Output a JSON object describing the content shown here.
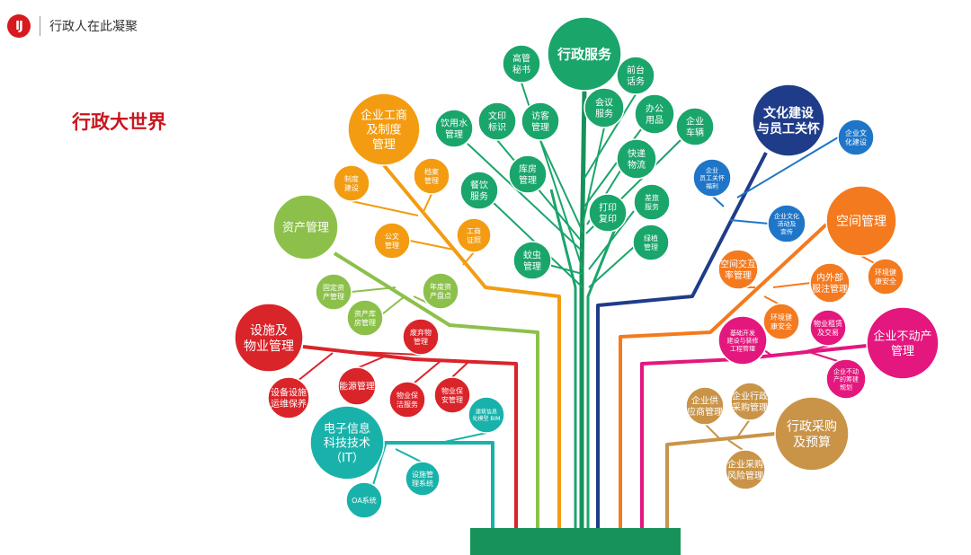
{
  "header": {
    "logo_text": "IJ",
    "slogan": "行政人在此凝聚"
  },
  "title": "行政大世界",
  "colors": {
    "green": "#1aa56b",
    "orange": "#f39c12",
    "olive": "#8cc04b",
    "red": "#d9242a",
    "teal": "#19b2aa",
    "navy": "#1f3c88",
    "blue": "#1f76c8",
    "orange2": "#f47a1f",
    "magenta": "#e4177e",
    "gold": "#c99448",
    "trunk": "#16925a"
  },
  "groups": [
    {
      "id": "admin-service",
      "label": "行政服务",
      "color": "green"
    },
    {
      "id": "enterprise",
      "label": "企业工商\n及制度\n管理",
      "color": "orange"
    },
    {
      "id": "assets",
      "label": "资产管理",
      "color": "olive"
    },
    {
      "id": "facilities",
      "label": "设施及\n物业管理",
      "color": "red"
    },
    {
      "id": "it",
      "label": "电子信息\n科技技术\n（IT）",
      "color": "teal"
    },
    {
      "id": "culture",
      "label": "文化建设\n与员工关怀",
      "color": "navy"
    },
    {
      "id": "space",
      "label": "空间管理",
      "color": "orange2"
    },
    {
      "id": "realestate",
      "label": "企业不动产\n管理",
      "color": "magenta"
    },
    {
      "id": "procurement",
      "label": "行政采购\n及预算",
      "color": "gold"
    }
  ],
  "items": [
    {
      "label": "高管\n秘书",
      "color": "green"
    },
    {
      "label": "前台\n话务",
      "color": "green"
    },
    {
      "label": "会议\n服务",
      "color": "green"
    },
    {
      "label": "办公\n用品",
      "color": "green"
    },
    {
      "label": "文印\n标识",
      "color": "green"
    },
    {
      "label": "访客\n管理",
      "color": "green"
    },
    {
      "label": "饮用水\n管理",
      "color": "green"
    },
    {
      "label": "企业\n车辆",
      "color": "green"
    },
    {
      "label": "快递\n物流",
      "color": "green"
    },
    {
      "label": "餐饮\n服务",
      "color": "green"
    },
    {
      "label": "库房\n管理",
      "color": "green"
    },
    {
      "label": "差旅\n服务",
      "color": "green"
    },
    {
      "label": "打印\n复印",
      "color": "green"
    },
    {
      "label": "绿植\n管理",
      "color": "green"
    },
    {
      "label": "蚊虫\n管理",
      "color": "green"
    },
    {
      "label": "制度\n建设",
      "color": "orange"
    },
    {
      "label": "档案\n管理",
      "color": "orange"
    },
    {
      "label": "公文\n管理",
      "color": "orange"
    },
    {
      "label": "工商\n证照",
      "color": "orange"
    },
    {
      "label": "固定资\n产管理",
      "color": "olive"
    },
    {
      "label": "资产库\n房管理",
      "color": "olive"
    },
    {
      "label": "年度资\n产盘点",
      "color": "olive"
    },
    {
      "label": "废弃物\n管理",
      "color": "red"
    },
    {
      "label": "能源管理",
      "color": "red"
    },
    {
      "label": "设备设施\n运维保养",
      "color": "red"
    },
    {
      "label": "物业保\n洁服务",
      "color": "red"
    },
    {
      "label": "物业保\n安管理",
      "color": "red"
    },
    {
      "label": "建筑信息\n化模型 BIM",
      "color": "teal"
    },
    {
      "label": "设施管\n理系统",
      "color": "teal"
    },
    {
      "label": "OA系统",
      "color": "teal"
    },
    {
      "label": "企业文\n化建设",
      "color": "blue"
    },
    {
      "label": "企业\n员工关怀\n福利",
      "color": "blue"
    },
    {
      "label": "企业文化\n活动及\n宣传",
      "color": "blue"
    },
    {
      "label": "空间交互\n率管理",
      "color": "orange2"
    },
    {
      "label": "内外部\n服注管理",
      "color": "orange2"
    },
    {
      "label": "环境健\n康安全",
      "color": "orange2"
    },
    {
      "label": "环境健\n康安全",
      "color": "orange2"
    },
    {
      "label": "物业租赁\n及交易",
      "color": "magenta"
    },
    {
      "label": "基础开发\n建设与装修\n工程管理",
      "color": "magenta"
    },
    {
      "label": "企业不动\n产的筹建\n规划",
      "color": "magenta"
    },
    {
      "label": "企业供\n应商管理",
      "color": "gold"
    },
    {
      "label": "企业行政\n采购管理",
      "color": "gold"
    },
    {
      "label": "企业采购\n风险管理",
      "color": "gold"
    }
  ]
}
